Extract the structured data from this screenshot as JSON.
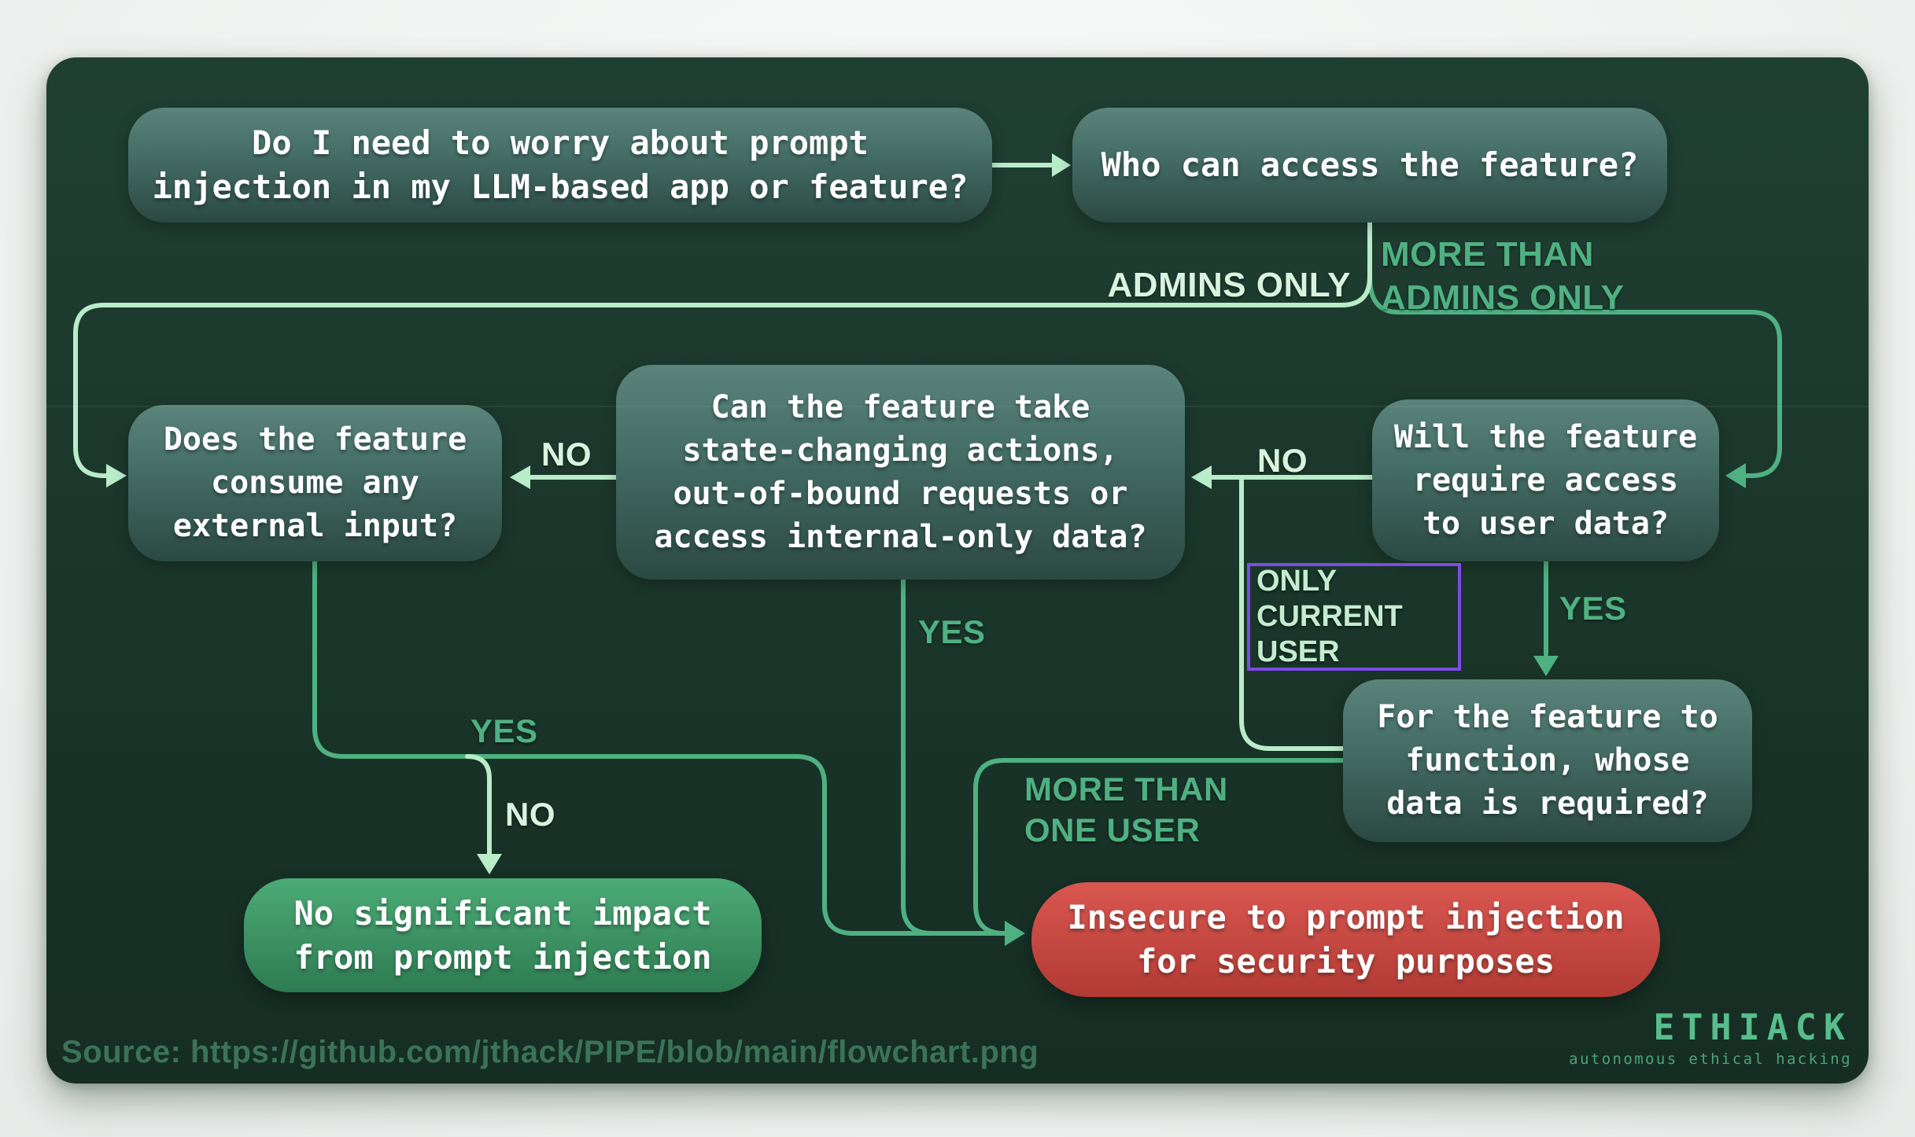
{
  "colors": {
    "page_bg": "#f3f5f4",
    "card_top": "#203f33",
    "card_bottom": "#152d23",
    "node_top": "#5a837b",
    "node_bottom": "#2b4942",
    "mint": "#b9ecc9",
    "mint_label": "#d8f3de",
    "green": "#4fb182",
    "purple": "#7b4ce5",
    "result_green_top": "#4cab76",
    "result_green_bottom": "#2e7b52",
    "result_red_top": "#d95750",
    "result_red_bottom": "#b23a34",
    "source_text": "#3c7358",
    "logo": "#57bd8c"
  },
  "nodes": {
    "q_worry": "Do I need to worry about prompt\ninjection in my LLM-based app or feature?",
    "q_access": "Who can access the feature?",
    "q_external": "Does the feature\nconsume any\nexternal input?",
    "q_actions": "Can the feature take\nstate-changing actions,\nout-of-bound requests or\naccess internal-only data?",
    "q_userdata": "Will the feature\nrequire access\nto user data?",
    "q_whose": "For the feature to\nfunction, whose\ndata is required?",
    "r_safe": "No significant impact\nfrom prompt injection",
    "r_insecure": "Insecure to prompt injection\nfor security purposes"
  },
  "labels": {
    "admins_only": "ADMINS ONLY",
    "more_than_admins": "MORE THAN\nADMINS ONLY",
    "no_userdata": "NO",
    "no_actions": "NO",
    "no_external": "NO",
    "yes_userdata": "YES",
    "yes_actions": "YES",
    "yes_external": "YES",
    "only_current_user": "ONLY\nCURRENT\nUSER",
    "more_than_one_user": "MORE THAN\nONE USER"
  },
  "footer": {
    "source": "Source: https://github.com/jthack/PIPE/blob/main/flowchart.png",
    "brand": "ETHIACK",
    "tagline": "autonomous ethical hacking"
  }
}
